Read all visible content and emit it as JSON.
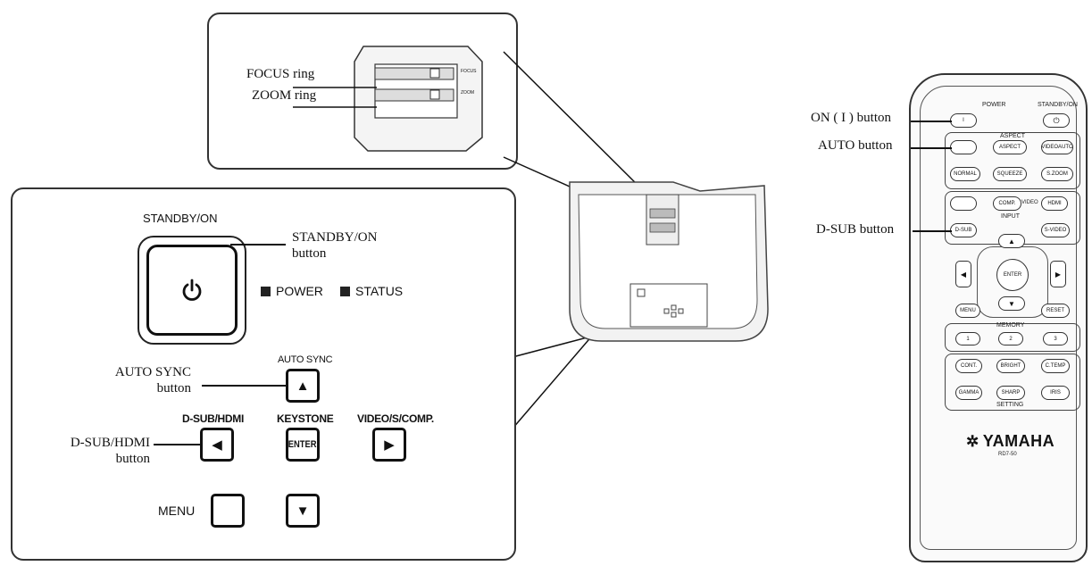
{
  "lens_panel": {
    "focus_label": "FOCUS ring",
    "zoom_label": "ZOOM ring",
    "focus_tiny": "FOCUS",
    "zoom_tiny": "ZOOM"
  },
  "control_panel": {
    "standby_title": "STANDBY/ON",
    "standby_callout_1": "STANDBY/ON",
    "standby_callout_2": "button",
    "power_indicator": "POWER",
    "status_indicator": "STATUS",
    "auto_sync_label": "AUTO SYNC",
    "auto_sync_callout_1": "AUTO SYNC",
    "auto_sync_callout_2": "button",
    "dsub_label": "D-SUB/HDMI",
    "dsub_callout_1": "D-SUB/HDMI",
    "dsub_callout_2": "button",
    "keystone_label": "KEYSTONE",
    "enter_label": "ENTER",
    "video_label": "VIDEO/S/COMP.",
    "menu_label": "MENU"
  },
  "remote": {
    "on_callout": "ON ( I ) button",
    "auto_callout": "AUTO button",
    "dsub_callout": "D-SUB button",
    "power_label": "POWER",
    "standby_label": "STANDBY/ON",
    "aspect_label": "ASPECT",
    "input_label": "INPUT",
    "memory_label": "MEMORY",
    "setting_label": "SETTING",
    "brand": "YAMAHA",
    "model": "RD7-50",
    "buttons": {
      "on": "I",
      "aspect": "ASPECT",
      "videoauto": "VIDEOAUTO",
      "normal": "NORMAL",
      "squeeze": "SQUEEZE",
      "szoom": "S.ZOOM",
      "comp": "COMP.",
      "video": "VIDEO",
      "hdmi": "HDMI",
      "dsub": "D-SUB",
      "svideo": "S-VIDEO",
      "enter": "ENTER",
      "menu": "MENU",
      "reset": "RESET",
      "mem1": "1",
      "mem2": "2",
      "mem3": "3",
      "cont": "CONT.",
      "bright": "BRIGHT",
      "ctemp": "C.TEMP",
      "gamma": "GAMMA",
      "sharp": "SHARP",
      "iris": "IRIS"
    }
  }
}
